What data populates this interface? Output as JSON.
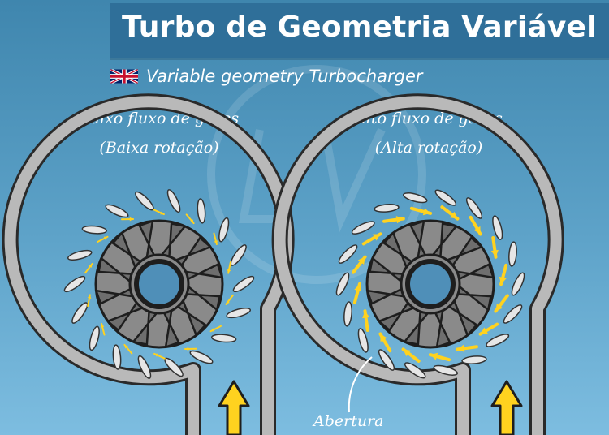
{
  "header": {
    "title": "Turbo de Geometria Variável",
    "subtitle": "Variable geometry Turbocharger"
  },
  "panels": [
    {
      "caption_line1": "Baixo fluxo de gases",
      "caption_line2": "(Baixa rotação)"
    },
    {
      "caption_line1": "Alto fluxo de gases",
      "caption_line2": "(Alta rotação)"
    }
  ],
  "callout": {
    "label": "Abertura"
  },
  "colors": {
    "background": "#5ea3c9",
    "banner": "#2f6f99",
    "housing_fill": "#b9b9b9",
    "turbine_fill": "#6e6e6e",
    "vane_fill": "#e6e6e6",
    "flow_arrow": "#ffd21f"
  },
  "icons": [
    "uk-flag-icon",
    "flow-arrow-icon"
  ]
}
